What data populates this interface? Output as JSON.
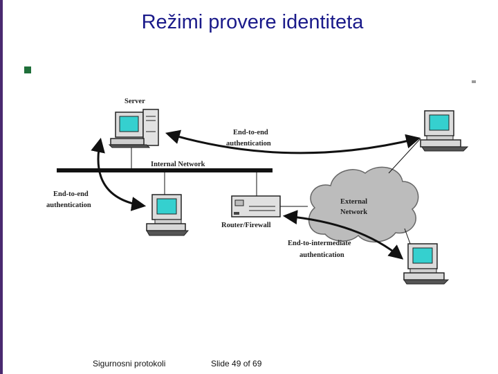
{
  "slide": {
    "title": "Režimi provere identiteta",
    "footer_left": "Sigurnosni protokoli",
    "footer_right": "Slide 49 of 69"
  },
  "diagram": {
    "server_label": "Server",
    "internal_network_label": "Internal Network",
    "router_label": "Router/Firewall",
    "external_network_line1": "External",
    "external_network_line2": "Network",
    "e2e_top_line1": "End-to-end",
    "e2e_top_line2": "authentication",
    "e2e_left_line1": "End-to-end",
    "e2e_left_line2": "authentication",
    "e2i_line1": "End-to-intermediate",
    "e2i_line2": "authentication"
  },
  "colors": {
    "title": "#1a1a8a",
    "bullet": "#1f6f3a",
    "border": "#4a2a70",
    "monitor_screen": "#35d0cf",
    "cloud": "#bcbcbc"
  }
}
